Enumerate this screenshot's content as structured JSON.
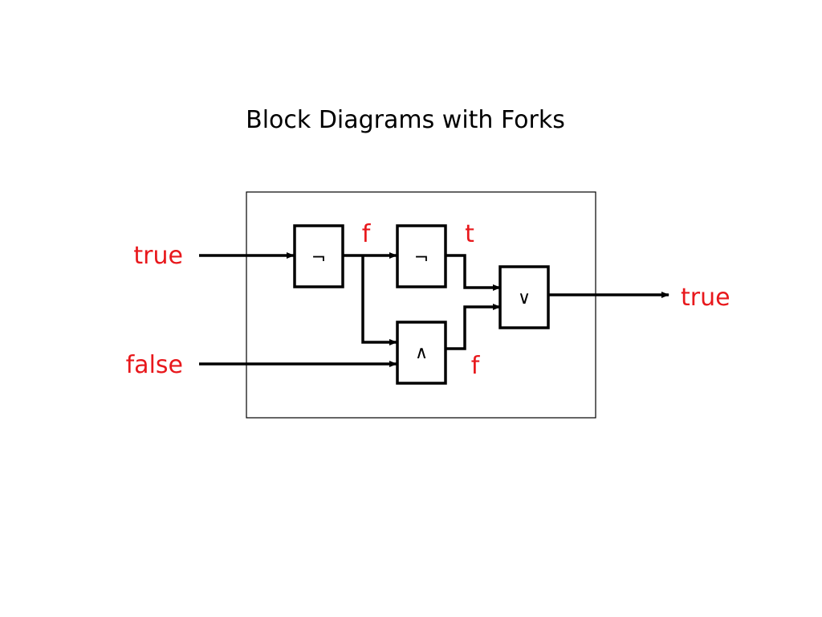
{
  "title": "Block Diagrams with Forks",
  "colors": {
    "signal_label": "#e8181c",
    "line": "#000000"
  },
  "gates": {
    "not_1": "¬",
    "not_2": "¬",
    "and": "∧",
    "or": "∨"
  },
  "inputs": {
    "top": "true",
    "bottom": "false"
  },
  "output": "true",
  "intermediate": {
    "not1_out": "f",
    "not2_out": "t",
    "and_out": "f"
  }
}
